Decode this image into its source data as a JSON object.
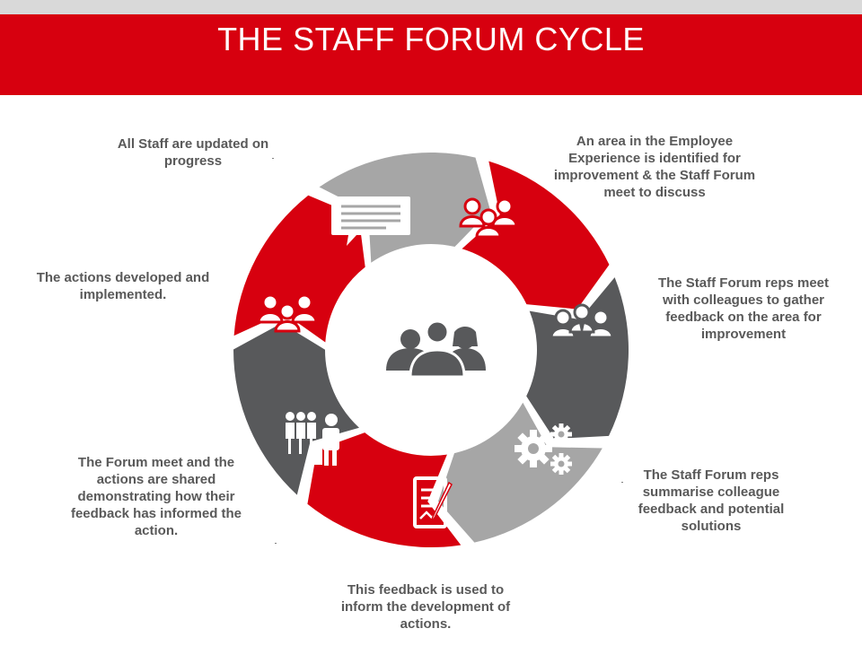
{
  "title": "THE STAFF FORUM CYCLE",
  "colors": {
    "red": "#d7000f",
    "dark_grey": "#58595b",
    "light_grey": "#a6a6a6",
    "text": "#595959",
    "header_strip": "#d9d9d9"
  },
  "center_icon": "group-of-people-icon",
  "steps": [
    {
      "text": "An area in the Employee Experience is identified  for improvement & the Staff Forum meet to discuss",
      "icon": "group-icon",
      "color": "red"
    },
    {
      "text": "The Staff Forum reps meet with colleagues to gather feedback on the area for improvement",
      "icon": "business-team-icon",
      "color": "dark_grey"
    },
    {
      "text": "The Staff Forum reps summarise colleague feedback and potential solutions",
      "icon": "gears-icon",
      "color": "light_grey"
    },
    {
      "text": "This feedback is used to inform the development of actions.",
      "icon": "document-edit-icon",
      "color": "red"
    },
    {
      "text": "The Forum meet and the actions are shared demonstrating how their feedback has informed the action.",
      "icon": "presentation-meeting-icon",
      "color": "dark_grey"
    },
    {
      "text": "The actions developed and implemented.",
      "icon": "group-icon",
      "color": "red"
    },
    {
      "text": "All  Staff are updated on progress",
      "icon": "speech-bubble-icon",
      "color": "light_grey"
    }
  ]
}
